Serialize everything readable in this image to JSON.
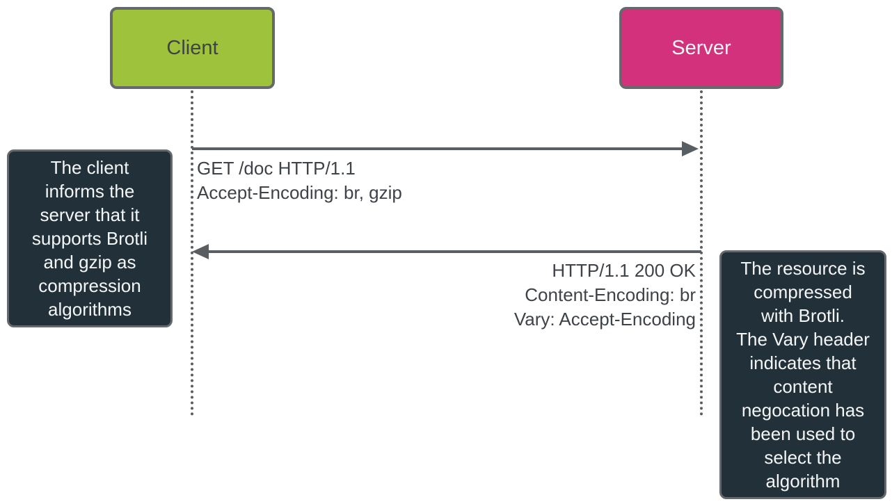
{
  "diagram": {
    "title": "HTTP content negotiation for compression (sequence diagram)",
    "actors": [
      {
        "id": "client",
        "label": "Client"
      },
      {
        "id": "server",
        "label": "Server"
      }
    ],
    "messages": [
      {
        "from": "client",
        "to": "server",
        "direction": "right",
        "lines": [
          "GET /doc HTTP/1.1",
          "Accept-Encoding: br, gzip"
        ]
      },
      {
        "from": "server",
        "to": "client",
        "direction": "left",
        "lines": [
          "HTTP/1.1 200 OK",
          "Content-Encoding: br",
          "Vary: Accept-Encoding"
        ]
      }
    ],
    "notes": [
      {
        "side": "left",
        "text_lines": [
          "The client",
          "informs the",
          "server that it",
          "supports Brotli",
          "and gzip as",
          "compression",
          "algorithms"
        ]
      },
      {
        "side": "right",
        "text_lines": [
          "The resource is",
          "compressed",
          "with Brotli.",
          "The Vary header",
          "indicates that",
          "content",
          "negocation has",
          "been used to",
          "select the",
          "algorithm"
        ]
      }
    ],
    "colors": {
      "client_fill": "#9ec23c",
      "server_fill": "#d4317c",
      "note_fill": "#223039",
      "stroke": "#66696c",
      "arrow": "#595e62",
      "text_dark": "#3e4349",
      "text_light": "#f4f5f6"
    }
  }
}
